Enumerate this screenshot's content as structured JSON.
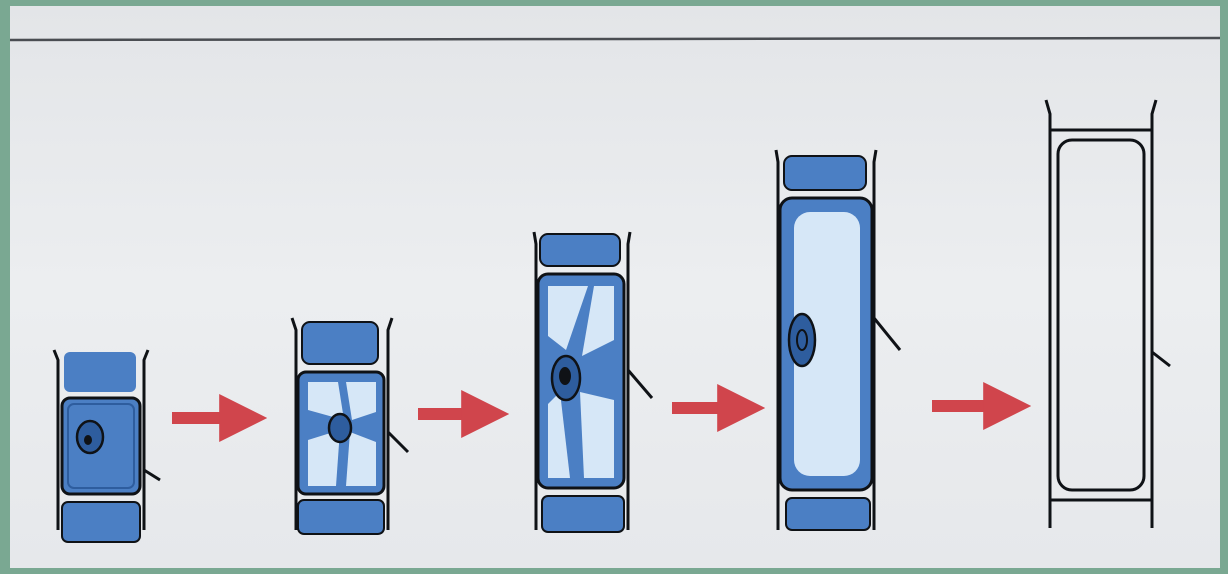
{
  "diagram": {
    "cells": [
      {
        "stage": 1,
        "vacuole": "none"
      },
      {
        "stage": 2,
        "vacuole": "small"
      },
      {
        "stage": 3,
        "vacuole": "medium"
      },
      {
        "stage": 4,
        "vacuole": "large"
      },
      {
        "stage": 5,
        "vacuole": "empty-wall"
      }
    ],
    "arrows": 4
  },
  "colors": {
    "border": "#7aa892",
    "paper": "#e9ebee",
    "wall": "#0f1216",
    "cytoplasm": "#4b7fc4",
    "cytoplasm_dark": "#2e5d9e",
    "vacuole": "#d6e7f7",
    "arrow": "#d0454c"
  }
}
